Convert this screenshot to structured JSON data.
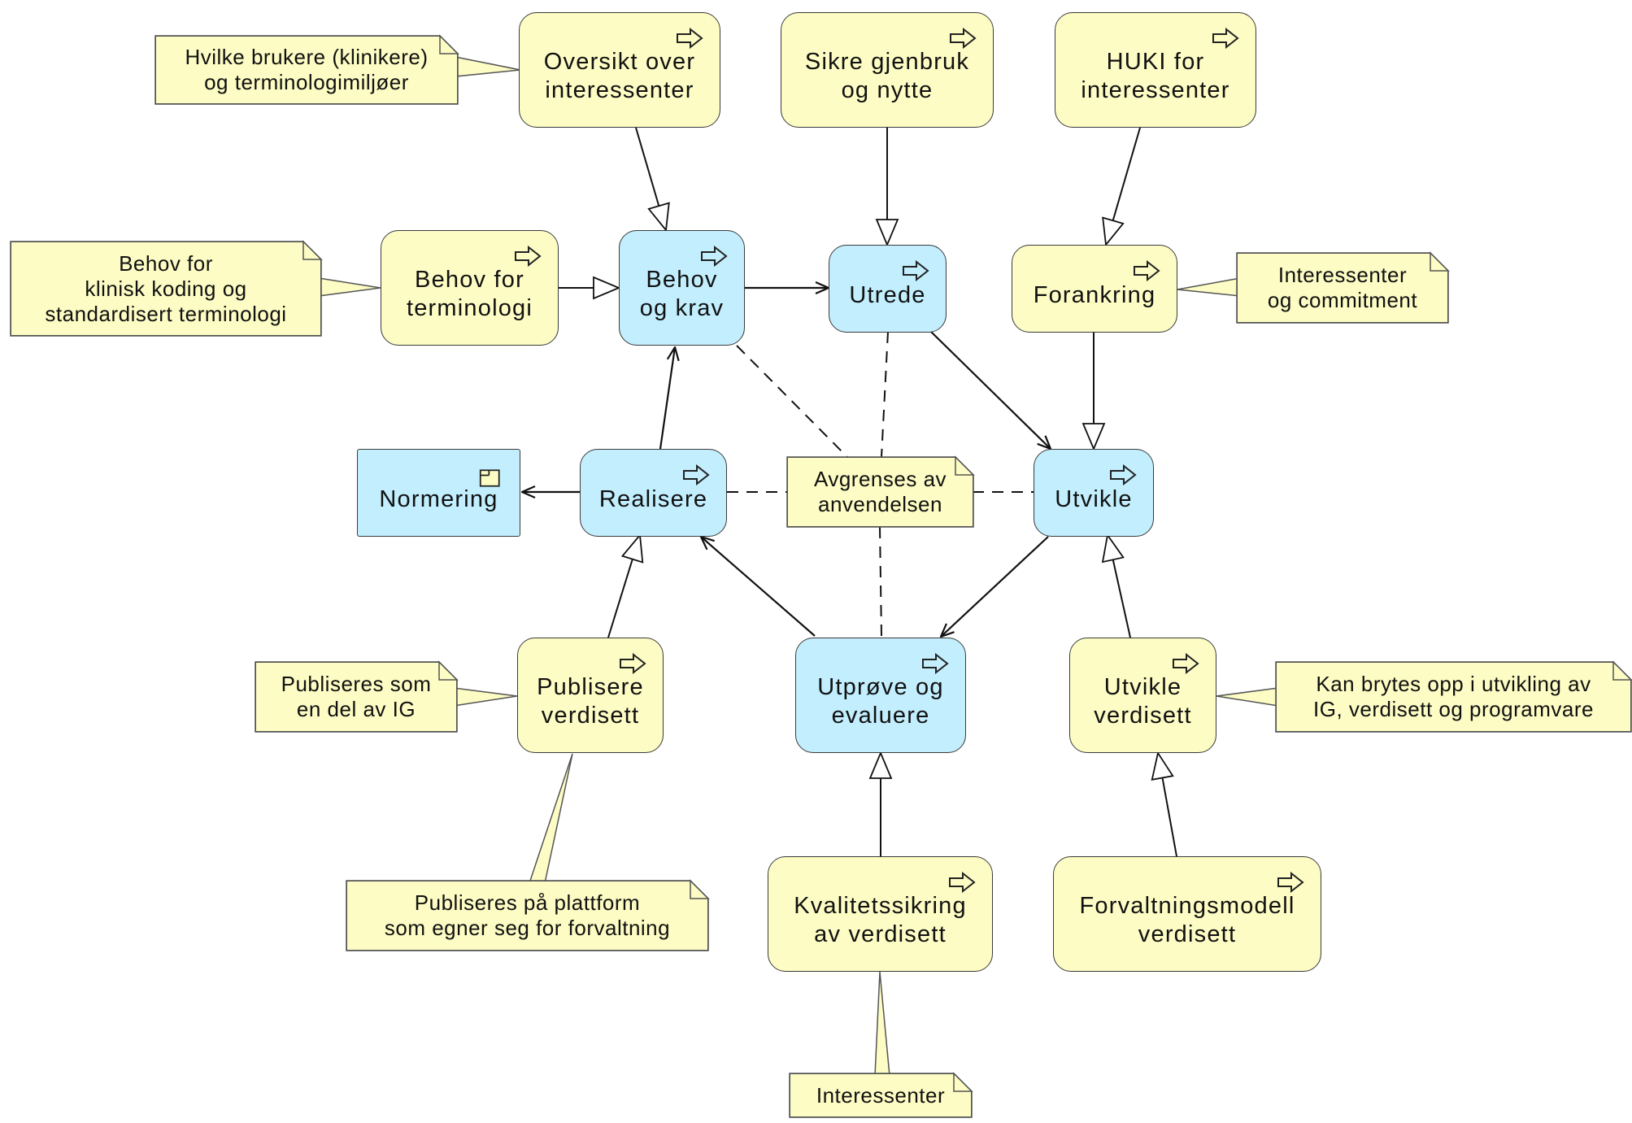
{
  "nodes": {
    "oversikt": [
      "Oversikt over",
      "interessenter"
    ],
    "sikre": [
      "Sikre gjenbruk",
      "og nytte"
    ],
    "huki": [
      "HUKI for",
      "interessenter"
    ],
    "behov_terminologi": [
      "Behov for",
      "terminologi"
    ],
    "behov_krav": [
      "Behov",
      "og krav"
    ],
    "utrede": [
      "Utrede"
    ],
    "forankring": [
      "Forankring"
    ],
    "normering": [
      "Normering"
    ],
    "realisere": [
      "Realisere"
    ],
    "utvikle": [
      "Utvikle"
    ],
    "publisere": [
      "Publisere",
      "verdisett"
    ],
    "utprove": [
      "Utprøve og",
      "evaluere"
    ],
    "utvikle_verdisett": [
      "Utvikle",
      "verdisett"
    ],
    "kvalitet": [
      "Kvalitetssikring",
      "av verdisett"
    ],
    "forvaltning": [
      "Forvaltningsmodell",
      "verdisett"
    ]
  },
  "notes": {
    "hvilke": [
      "Hvilke brukere (klinikere)",
      "og terminologimiljøer"
    ],
    "behov_klinisk": [
      "Behov for",
      "klinisk koding og",
      "standardisert terminologi"
    ],
    "interessenter_commitment": [
      "Interessenter",
      "og commitment"
    ],
    "avgrenses": [
      "Avgrenses av",
      "anvendelsen"
    ],
    "publiseres_ig": [
      "Publiseres som",
      "en del av IG"
    ],
    "kan_brytes": [
      "Kan brytes opp i utvikling av",
      "IG, verdisett og programvare"
    ],
    "publiseres_plattform": [
      "Publiseres på plattform",
      "som egner seg for forvaltning"
    ],
    "interessenter": [
      "Interessenter"
    ]
  },
  "icons": {
    "process": "process-arrow-icon",
    "object": "object-icon"
  },
  "colors": {
    "yellow": "#fcfcc4",
    "blue": "#c2eefe",
    "stroke": "#3a3a3a"
  }
}
